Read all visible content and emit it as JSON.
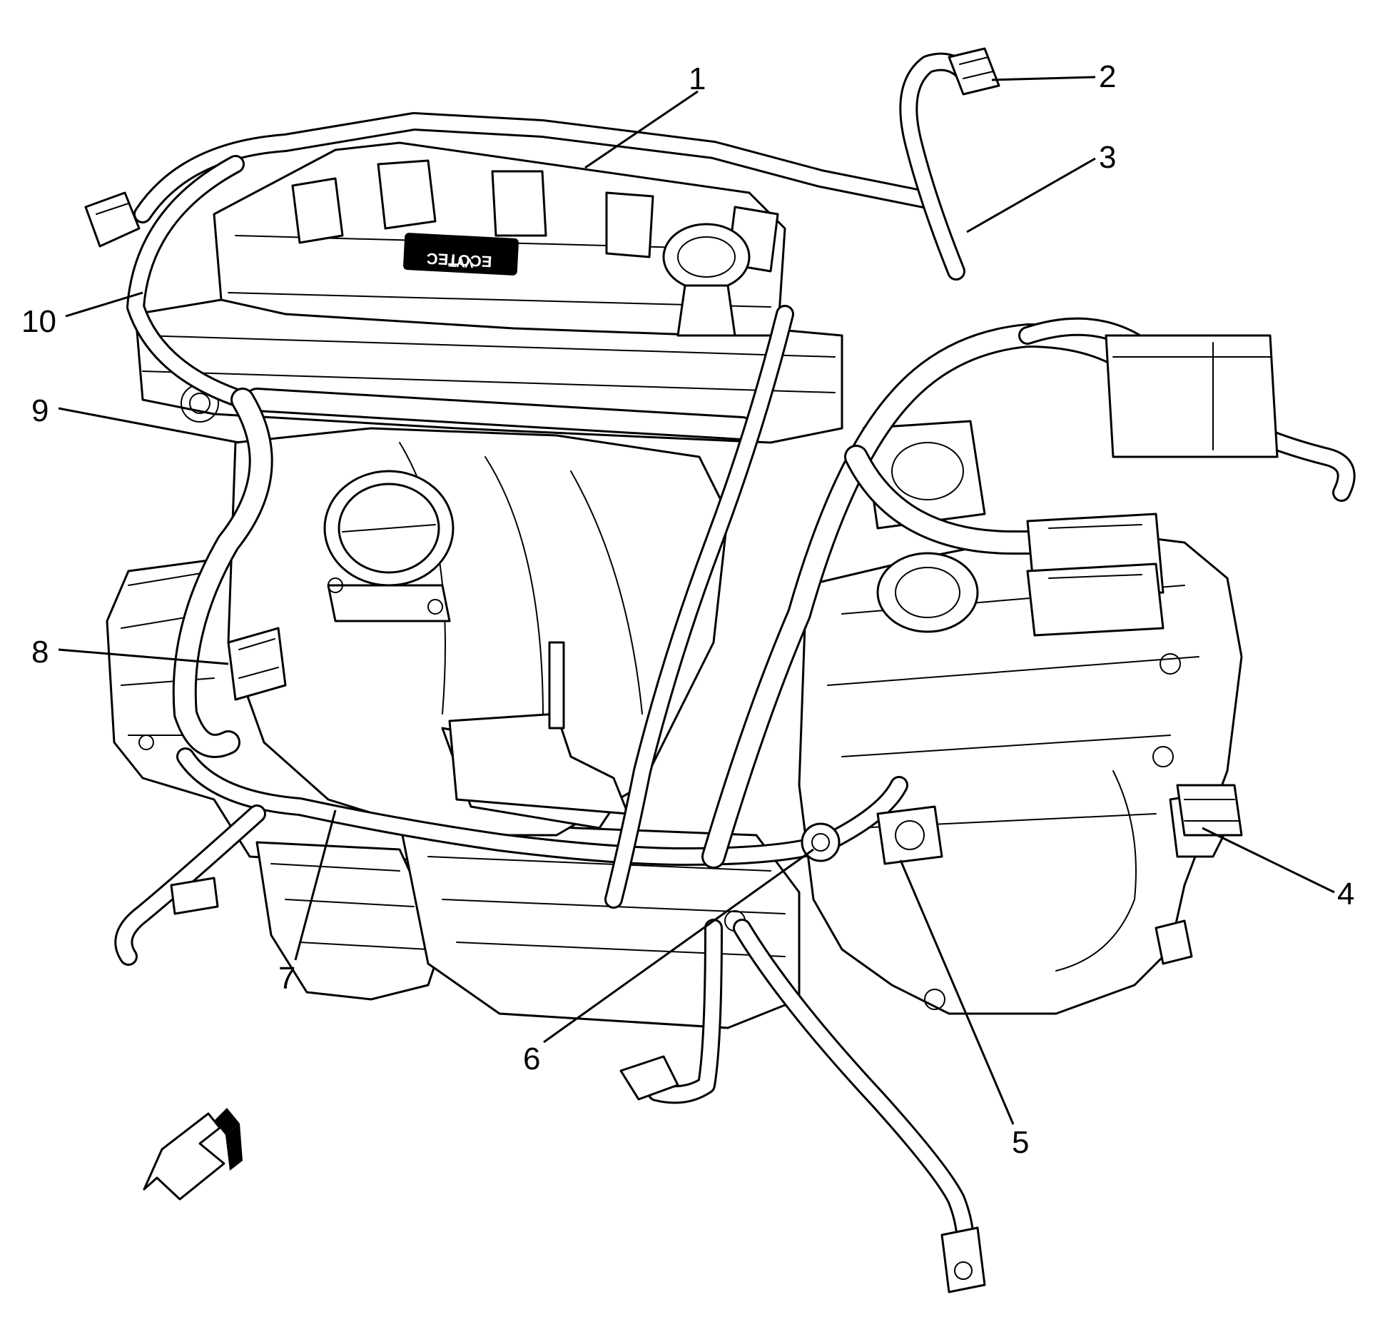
{
  "engine_cover": {
    "logo_line1": "ECOTEC",
    "logo_line2": "VVT"
  },
  "callouts": [
    {
      "id": "1",
      "label": "1"
    },
    {
      "id": "2",
      "label": "2"
    },
    {
      "id": "3",
      "label": "3"
    },
    {
      "id": "4",
      "label": "4"
    },
    {
      "id": "5",
      "label": "5"
    },
    {
      "id": "6",
      "label": "6"
    },
    {
      "id": "7",
      "label": "7"
    },
    {
      "id": "8",
      "label": "8"
    },
    {
      "id": "9",
      "label": "9"
    },
    {
      "id": "10",
      "label": "10"
    }
  ],
  "direction_arrow": {
    "icon": "front-direction-arrow-icon"
  }
}
